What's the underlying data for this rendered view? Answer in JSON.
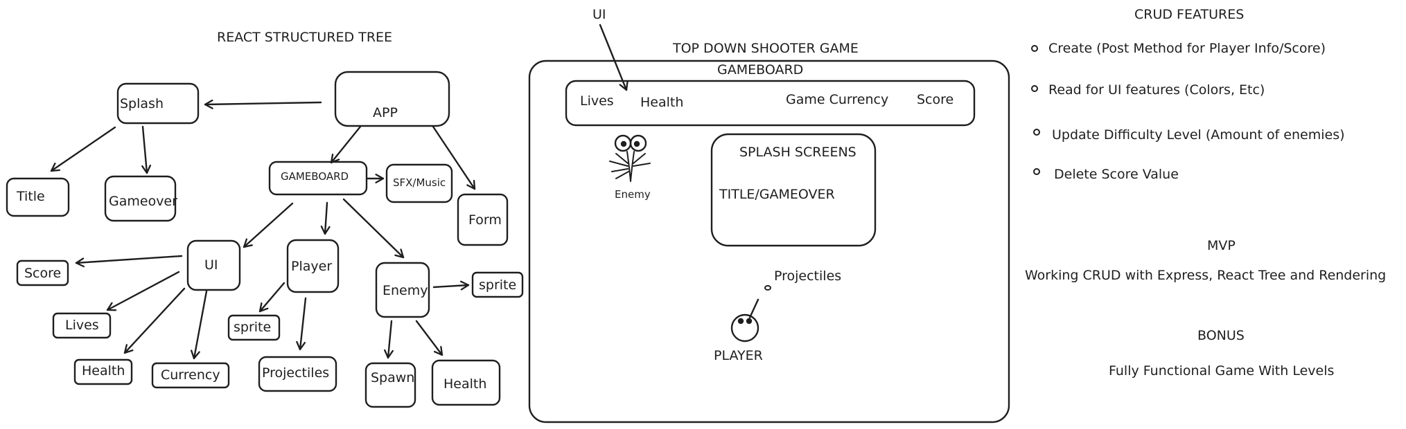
{
  "tree": {
    "title": "REACT STRUCTURED TREE",
    "nodes": {
      "app": "APP",
      "splash": "Splash",
      "title": "Title",
      "gameover": "Gameover",
      "gameboard": "GAMEBOARD",
      "sfx": "SFX/Music",
      "form": "Form",
      "ui": "UI",
      "score": "Score",
      "lives": "Lives",
      "health": "Health",
      "currency": "Currency",
      "player": "Player",
      "player_sprite": "sprite",
      "projectiles": "Projectiles",
      "enemy": "Enemy",
      "enemy_sprite": "sprite",
      "spawn": "Spawn",
      "enemy_health": "Health"
    }
  },
  "game": {
    "ui_label": "UI",
    "title": "TOP DOWN SHOOTER GAME",
    "board_title": "GAMEBOARD",
    "hud": {
      "lives": "Lives",
      "health": "Health",
      "currency": "Game Currency",
      "score": "Score"
    },
    "enemy": "Enemy",
    "splash_title": "SPLASH SCREENS",
    "splash_sub": "TITLE/GAMEOVER",
    "projectiles": "Projectiles",
    "player": "PLAYER"
  },
  "notes": {
    "crud_title": "CRUD FEATURES",
    "crud_items": [
      "Create (Post Method for Player Info/Score)",
      "Read for UI features (Colors, Etc)",
      "Update Difficulty Level (Amount of enemies)",
      "Delete Score Value"
    ],
    "mvp_title": "MVP",
    "mvp_text": "Working CRUD with Express, React Tree and Rendering",
    "bonus_title": "BONUS",
    "bonus_text": "Fully Functional Game With Levels"
  }
}
